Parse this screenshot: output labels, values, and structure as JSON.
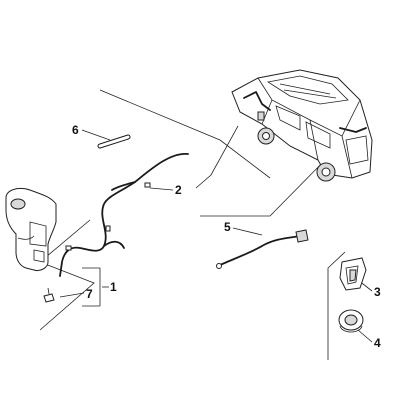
{
  "callouts": {
    "c1": "1",
    "c2": "2",
    "c3": "3",
    "c4": "4",
    "c5": "5",
    "c6": "6",
    "c7": "7"
  },
  "colors": {
    "line": "#222222",
    "background": "#ffffff",
    "shade": "#d9d9d9"
  }
}
